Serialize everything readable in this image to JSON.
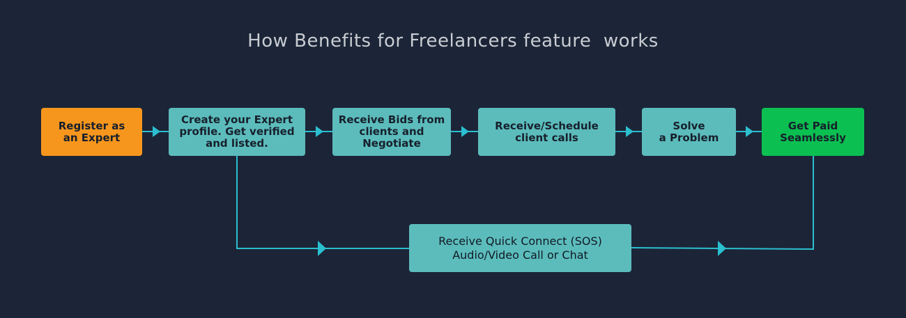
{
  "title": "How Benefits for Freelancers feature  works",
  "colors": {
    "background": "#1b2537",
    "start": "#f7961d",
    "step": "#5cbcbc",
    "end": "#0bc051",
    "connector": "#2bbfd0"
  },
  "steps": [
    {
      "label": "Register as\nan Expert",
      "kind": "start"
    },
    {
      "label": "Create your Expert\nprofile. Get verified\nand listed.",
      "kind": "step"
    },
    {
      "label": "Receive Bids from\nclients and\nNegotiate",
      "kind": "step"
    },
    {
      "label": "Receive/Schedule\nclient calls",
      "kind": "step"
    },
    {
      "label": "Solve\na Problem",
      "kind": "step"
    },
    {
      "label": "Get Paid\nSeamlessly",
      "kind": "end"
    }
  ],
  "alternate_step": {
    "label": "Receive Quick Connect (SOS)\nAudio/Video Call or Chat",
    "kind": "step"
  }
}
